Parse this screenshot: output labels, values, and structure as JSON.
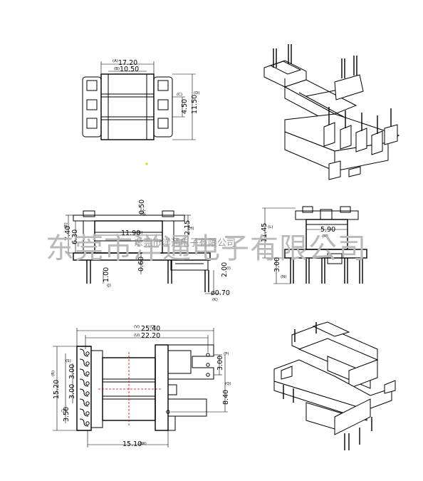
{
  "top_view": {
    "dim_width_outer": "17.20",
    "dim_width_inner": "10.50",
    "dim_center": "4.50",
    "dim_height": "11.50",
    "ref_a": "(A)",
    "ref_b": "(B)",
    "ref_c": "(C)",
    "ref_d": "(D)"
  },
  "front_view": {
    "dim_top": "0.50",
    "dim_left_a": "7.40",
    "dim_left_b": "6.30",
    "dim_middle": "11.90",
    "dim_right": "2.15",
    "dim_center_low": "0.60",
    "dim_pin_bottom": "1.00",
    "dim_pin_len": "2.00",
    "dim_pin_dia": "ø0.70",
    "ref_e": "(E)",
    "ref_f": "(F)",
    "ref_g": "(G)",
    "ref_h": "(H)",
    "ref_i": "(I)",
    "ref_j": "(J)",
    "ref_k": "(K)"
  },
  "side_view": {
    "dim_height": "11.45",
    "dim_pitch": "5.90",
    "dim_bottom": "3.00",
    "ref_l": "(L)",
    "ref_m": "(M)",
    "ref_n": "(N)"
  },
  "bottom_view": {
    "dim_width_outer": "25.40",
    "dim_width_inner": "22.20",
    "dim_height_left": "15.20",
    "dim_pitch_a": "3.00",
    "dim_pitch_b": "3.00",
    "dim_offset": "3.50",
    "dim_right_pitch": "3.00",
    "dim_right_height": "8.40",
    "dim_bottom_width": "15.10",
    "ref_o": "(O)",
    "ref_p": "(P)",
    "ref_q": "(Q)",
    "ref_r": "(R)",
    "ref_s": "(S)",
    "ref_t": "(T)",
    "ref_u": "(U)",
    "ref_v": "(V)",
    "ref_w": "(W)"
  },
  "watermark": {
    "large": "东莞市洋通电子有限公司",
    "small": "东莞市洋通电子有限公司"
  },
  "colors": {
    "line": "#000000",
    "centerline": "#cc0000",
    "watermark": "#b9b9b9",
    "marker": "#e8d000"
  }
}
